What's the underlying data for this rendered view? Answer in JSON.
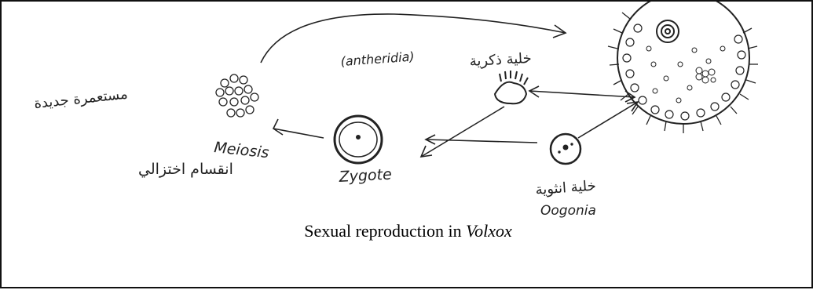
{
  "labels": {
    "antheridia": "(antheridia)",
    "antheridia_ar": "خلية ذكرية",
    "spores_ar": "مستعمرة جديدة",
    "meiosis": "Meiosis",
    "meiosis_ar": "انقسام اختزالي",
    "zygote": "Zygote",
    "oogonia": "Oogonia",
    "oogonia_ar": "خلية انثوية"
  },
  "caption": {
    "prefix": "Sexual reproduction in ",
    "genus": "Volxox"
  }
}
